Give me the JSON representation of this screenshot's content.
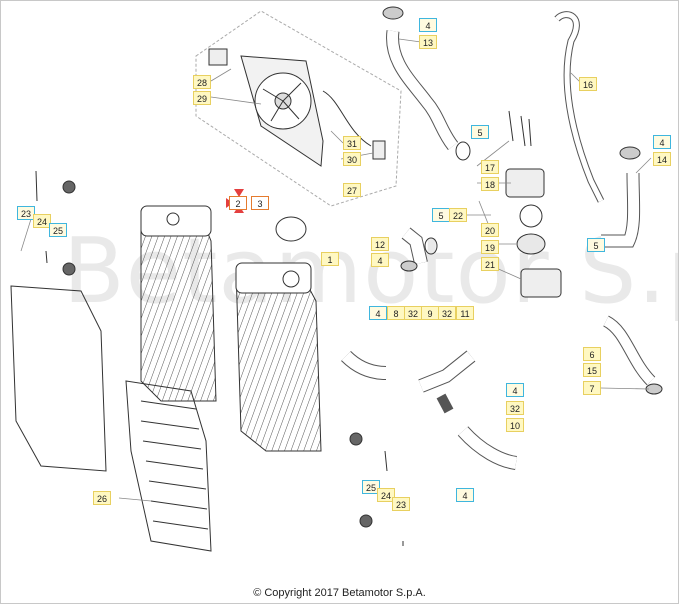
{
  "watermark": "Betamotor S.p.A.",
  "copyright": "© Copyright 2017 Betamotor S.p.A.",
  "colors": {
    "label_fill": "#fff8c2",
    "label_border": "#e8d060",
    "blue_border": "#3fb6de",
    "marker": "#e43f3f",
    "line": "#444444"
  },
  "labels": [
    {
      "id": "l4a",
      "text": "4",
      "blue": true
    },
    {
      "id": "l13",
      "text": "13"
    },
    {
      "id": "l16",
      "text": "16"
    },
    {
      "id": "l28",
      "text": "28"
    },
    {
      "id": "l29",
      "text": "29"
    },
    {
      "id": "l31",
      "text": "31"
    },
    {
      "id": "l30",
      "text": "30"
    },
    {
      "id": "l27",
      "text": "27"
    },
    {
      "id": "l5a",
      "text": "5",
      "blue": true
    },
    {
      "id": "l4b",
      "text": "4",
      "blue": true
    },
    {
      "id": "l14",
      "text": "14"
    },
    {
      "id": "l17",
      "text": "17"
    },
    {
      "id": "l18",
      "text": "18"
    },
    {
      "id": "l23a",
      "text": "23",
      "blue": true
    },
    {
      "id": "l24a",
      "text": "24"
    },
    {
      "id": "l25a",
      "text": "25",
      "blue": true
    },
    {
      "id": "l2",
      "text": "2",
      "hot": true
    },
    {
      "id": "l3",
      "text": "3",
      "hot": true
    },
    {
      "id": "l5b",
      "text": "5",
      "blue": true
    },
    {
      "id": "l22",
      "text": "22"
    },
    {
      "id": "l20",
      "text": "20"
    },
    {
      "id": "l12",
      "text": "12"
    },
    {
      "id": "l4c",
      "text": "4"
    },
    {
      "id": "l1",
      "text": "1"
    },
    {
      "id": "l19",
      "text": "19"
    },
    {
      "id": "l21",
      "text": "21"
    },
    {
      "id": "l5c",
      "text": "5",
      "blue": true
    },
    {
      "id": "l4d",
      "text": "4",
      "blue": true
    },
    {
      "id": "l8",
      "text": "8"
    },
    {
      "id": "l9",
      "text": "9"
    },
    {
      "id": "l32a",
      "text": "32"
    },
    {
      "id": "l11",
      "text": "11"
    },
    {
      "id": "l32b",
      "text": "32"
    },
    {
      "id": "l6",
      "text": "6"
    },
    {
      "id": "l15",
      "text": "15"
    },
    {
      "id": "l7",
      "text": "7"
    },
    {
      "id": "l4e",
      "text": "4",
      "blue": true
    },
    {
      "id": "l32c",
      "text": "32"
    },
    {
      "id": "l10",
      "text": "10"
    },
    {
      "id": "l25b",
      "text": "25",
      "blue": true
    },
    {
      "id": "l24b",
      "text": "24"
    },
    {
      "id": "l23b",
      "text": "23"
    },
    {
      "id": "l4f",
      "text": "4",
      "blue": true
    },
    {
      "id": "l26",
      "text": "26"
    }
  ]
}
